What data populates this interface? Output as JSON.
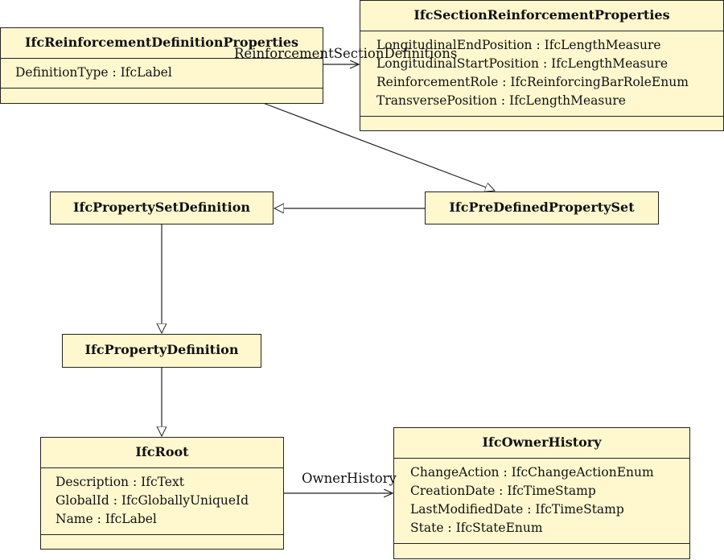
{
  "classes": {
    "reinforcement_definition": {
      "name": "IfcReinforcementDefinitionProperties",
      "attributes": [
        "DefinitionType : IfcLabel"
      ]
    },
    "section_reinforcement": {
      "name": "IfcSectionReinforcementProperties",
      "attributes": [
        "LongitudinalEndPosition : IfcLengthMeasure",
        "LongitudinalStartPosition : IfcLengthMeasure",
        "ReinforcementRole : IfcReinforcingBarRoleEnum",
        "TransversePosition : IfcLengthMeasure"
      ]
    },
    "property_set_definition": {
      "name": "IfcPropertySetDefinition"
    },
    "predefined_property_set": {
      "name": "IfcPreDefinedPropertySet"
    },
    "property_definition": {
      "name": "IfcPropertyDefinition"
    },
    "root": {
      "name": "IfcRoot",
      "attributes": [
        "Description : IfcText",
        "GlobalId : IfcGloballyUniqueId",
        "Name : IfcLabel"
      ]
    },
    "owner_history": {
      "name": "IfcOwnerHistory",
      "attributes": [
        "ChangeAction : IfcChangeActionEnum",
        "CreationDate : IfcTimeStamp",
        "LastModifiedDate : IfcTimeStamp",
        "State : IfcStateEnum"
      ]
    }
  },
  "associations": {
    "reinforcement_section_definitions": "ReinforcementSectionDefinitions",
    "owner_history": "OwnerHistory"
  },
  "colors": {
    "class_fill": "#fff8cf",
    "line": "#222222"
  }
}
